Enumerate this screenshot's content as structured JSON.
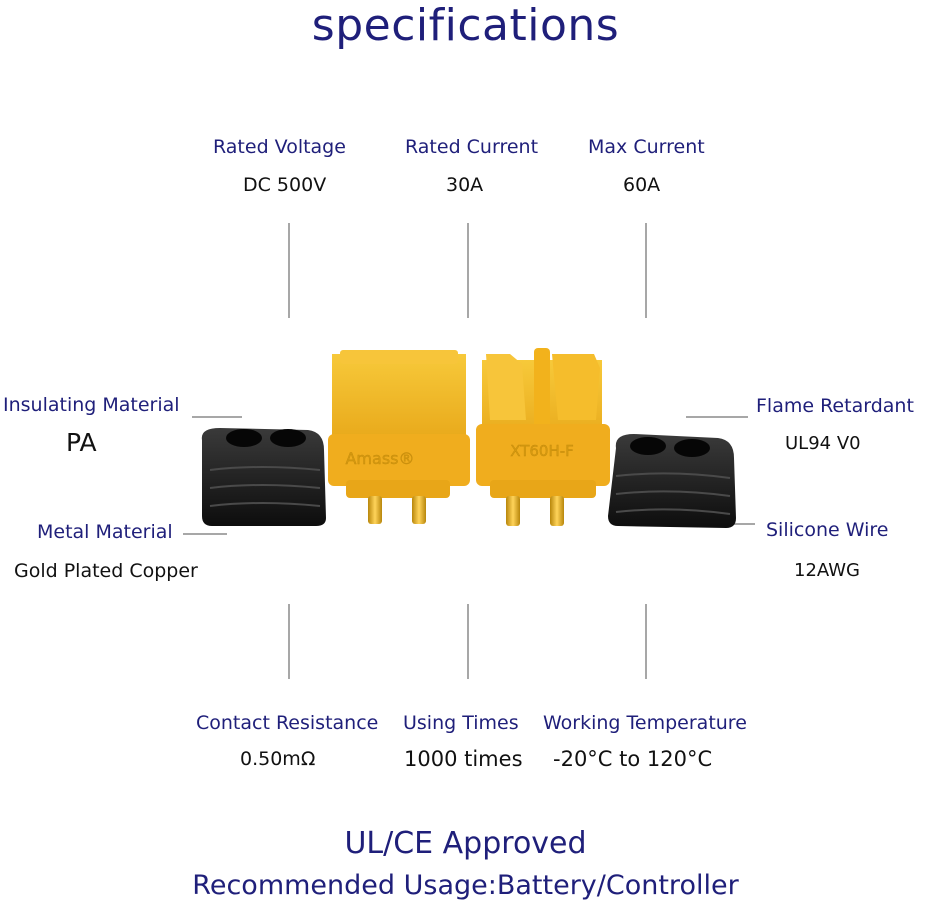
{
  "title": "specifications",
  "specs": {
    "rated_voltage": {
      "label": "Rated Voltage",
      "value": "DC 500V"
    },
    "rated_current": {
      "label": "Rated Current",
      "value": "30A"
    },
    "max_current": {
      "label": "Max Current",
      "value": "60A"
    },
    "insulating_material": {
      "label": "Insulating Material",
      "value": "PA"
    },
    "flame_retardant": {
      "label": "Flame Retardant",
      "value": "UL94 V0"
    },
    "metal_material": {
      "label": "Metal Material",
      "value": "Gold Plated Copper"
    },
    "silicone_wire": {
      "label": "Silicone Wire",
      "value": "12AWG"
    },
    "contact_resistance": {
      "label": "Contact Resistance",
      "value": "0.50mΩ"
    },
    "using_times": {
      "label": "Using Times",
      "value": "1000 times"
    },
    "working_temperature": {
      "label": "Working Temperature",
      "value": "-20°C to 120°C"
    }
  },
  "product": {
    "male_marking": "Amass®",
    "female_marking": "XT60H-F"
  },
  "footer": {
    "approval": "UL/CE Approved",
    "usage": "Recommended Usage:Battery/Controller"
  },
  "colors": {
    "heading": "#1f1f7a",
    "connector": "#f2b21c",
    "cap": "#1c1c1c",
    "pin": "#d9a320"
  }
}
